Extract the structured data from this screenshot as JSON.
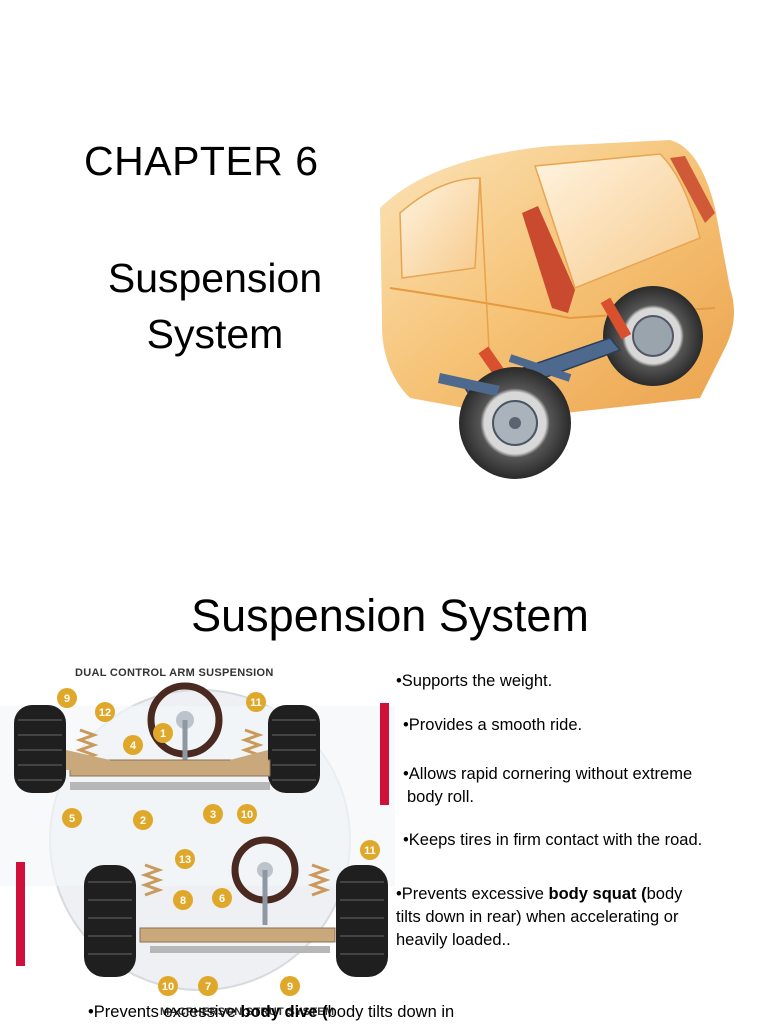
{
  "slide1": {
    "chapter": "CHAPTER 6",
    "title_line1": "Suspension",
    "title_line2": "System"
  },
  "slide2": {
    "title": "Suspension System",
    "diagram": {
      "top_label": "DUAL CONTROL ARM SUSPENSION",
      "bottom_label": "MACPHERSON STRUT SYSTEM",
      "callouts_top": [
        "9",
        "12",
        "4",
        "1",
        "11",
        "5",
        "2",
        "3",
        "10"
      ],
      "callouts_bottom": [
        "13",
        "8",
        "6",
        "11",
        "10",
        "7",
        "9"
      ]
    },
    "bullets": [
      {
        "text": "•Supports the weight."
      },
      {
        "text": "•Provides a smooth ride."
      },
      {
        "text": "•Allows rapid cornering without extreme",
        "text2": "body roll."
      },
      {
        "text": "•Keeps tires in firm contact with the road."
      },
      {
        "pre": "•Prevents excessive ",
        "bold": "body squat (",
        "post": "body",
        "line2": "tilts down in rear) when accelerating or",
        "line3": "heavily loaded.."
      },
      {
        "pre": "•Prevents excessive ",
        "bold": "body dive (",
        "post": "body tilts down in"
      }
    ]
  },
  "colors": {
    "accent_red": "#d0103a",
    "car_body": "#f2b35a",
    "callout_gold": "#e0a82a"
  }
}
